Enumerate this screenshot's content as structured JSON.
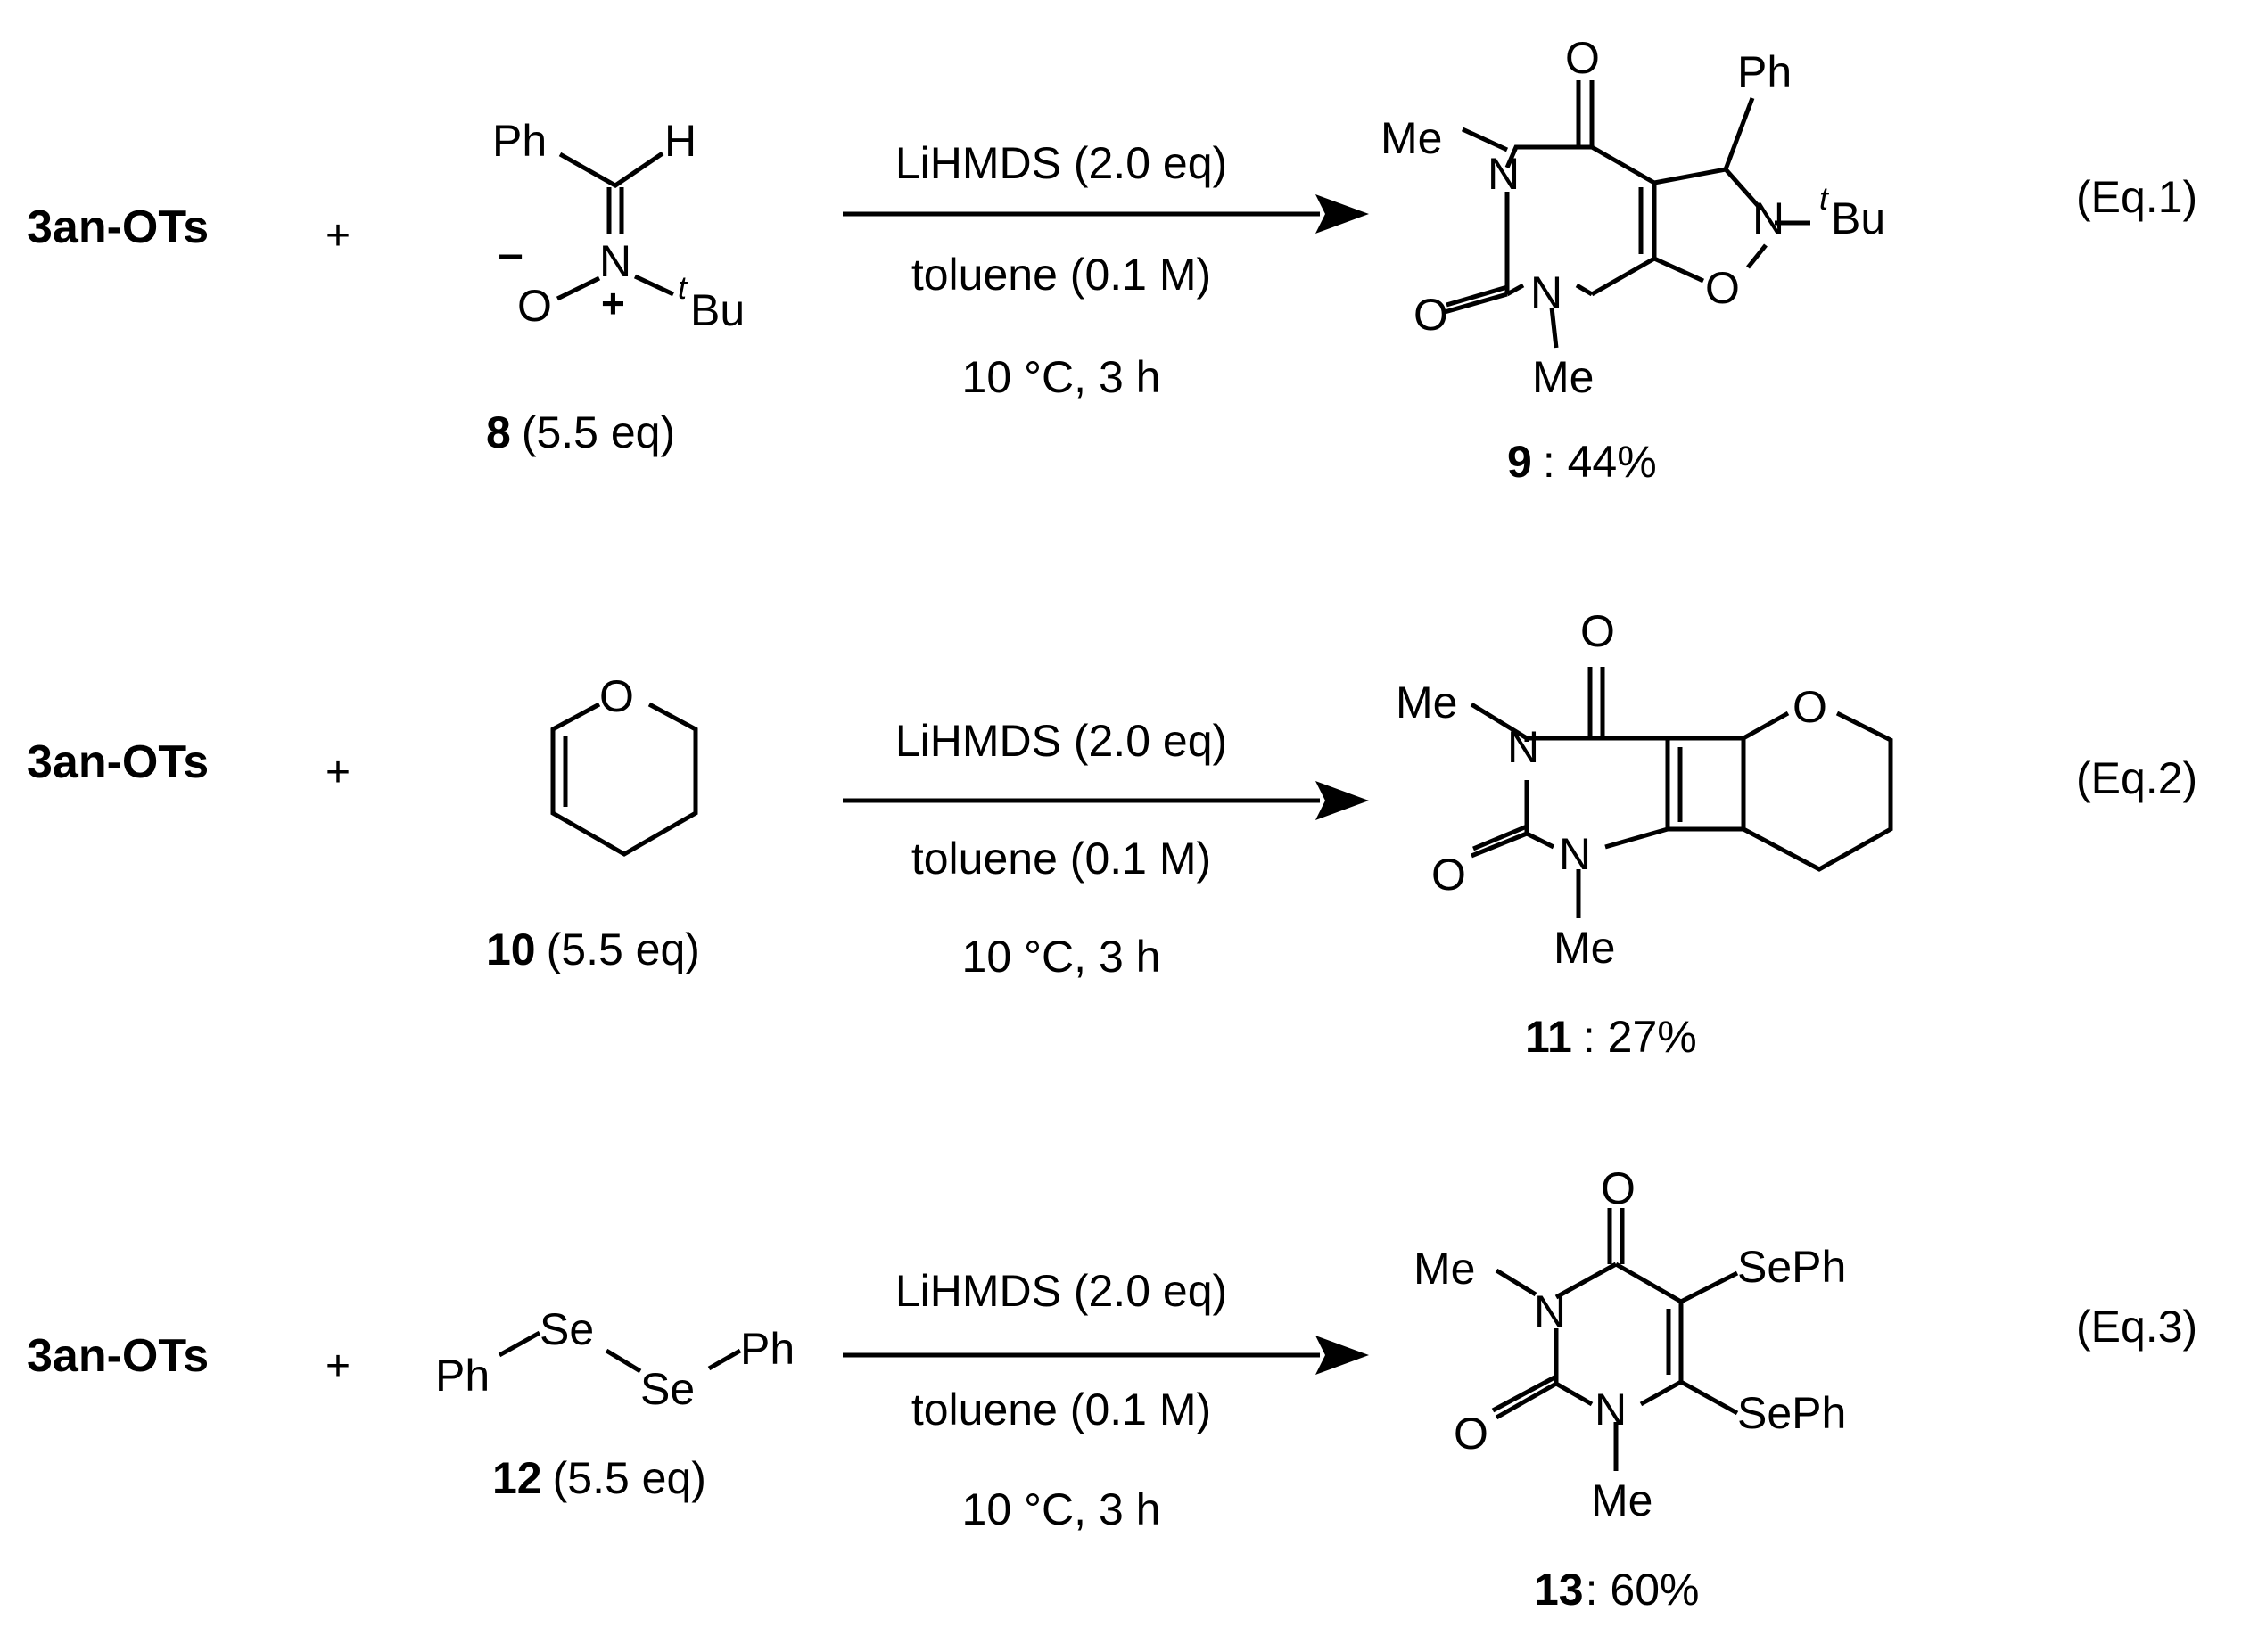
{
  "reactions": [
    {
      "reactant": "3an-OTs",
      "plus": "+",
      "reagent_id": "8",
      "reagent_eq": "(5.5 eq)",
      "conditions": [
        "LiHMDS (2.0 eq)",
        "toluene (0.1 M)",
        "10 °C, 3 h"
      ],
      "product_id": "9",
      "product_yield": ": 44%",
      "equation_label": "(Eq.1)",
      "atoms": {
        "ph": "Ph",
        "h": "H",
        "n": "N",
        "o": "O",
        "tbu_t": "t",
        "tbu": "Bu",
        "minus": "−",
        "plus": "+",
        "p_me1": "Me",
        "p_n1": "N",
        "p_o1": "O",
        "p_o2": "O",
        "p_n2": "N",
        "p_me2": "Me",
        "p_ph": "Ph",
        "p_n3": "N",
        "p_tbu_t": "t",
        "p_tbu": "Bu",
        "p_o3": "O"
      }
    },
    {
      "reactant": "3an-OTs",
      "plus": "+",
      "reagent_id": "10",
      "reagent_eq": "(5.5 eq)",
      "conditions": [
        "LiHMDS (2.0 eq)",
        "toluene (0.1 M)",
        "10 °C, 3 h"
      ],
      "product_id": "11",
      "product_yield": ": 27%",
      "equation_label": "(Eq.2)",
      "atoms": {
        "o": "O",
        "p_me1": "Me",
        "p_n1": "N",
        "p_o1": "O",
        "p_o2": "O",
        "p_n2": "N",
        "p_me2": "Me",
        "p_o3": "O"
      }
    },
    {
      "reactant": "3an-OTs",
      "plus": "+",
      "reagent_id": "12",
      "reagent_eq": "(5.5 eq)",
      "conditions": [
        "LiHMDS (2.0 eq)",
        "toluene (0.1 M)",
        "10 °C, 3 h"
      ],
      "product_id": "13",
      "product_yield": ": 60%",
      "equation_label": "(Eq.3)",
      "atoms": {
        "ph1": "Ph",
        "se1": "Se",
        "se2": "Se",
        "ph2": "Ph",
        "p_me1": "Me",
        "p_n1": "N",
        "p_o1": "O",
        "p_o2": "O",
        "p_n2": "N",
        "p_me2": "Me",
        "p_seph1": "SePh",
        "p_seph2": "SePh"
      }
    }
  ]
}
